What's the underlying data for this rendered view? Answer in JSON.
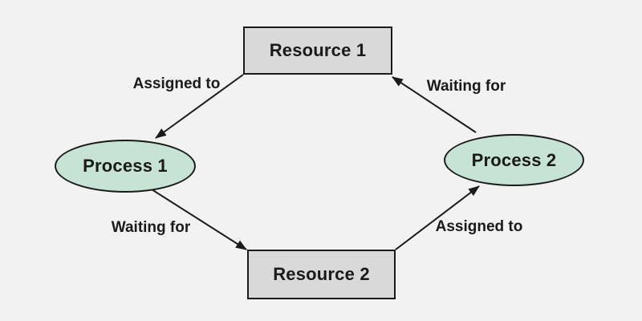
{
  "diagram": {
    "type": "resource-allocation-deadlock-graph",
    "nodes": {
      "resource1": {
        "label": "Resource 1",
        "shape": "rectangle"
      },
      "resource2": {
        "label": "Resource 2",
        "shape": "rectangle"
      },
      "process1": {
        "label": "Process 1",
        "shape": "ellipse"
      },
      "process2": {
        "label": "Process 2",
        "shape": "ellipse"
      }
    },
    "edges": {
      "resource1_to_process1": {
        "label": "Assigned to",
        "from": "Resource 1",
        "to": "Process 1"
      },
      "process1_to_resource2": {
        "label": "Waiting for",
        "from": "Process 1",
        "to": "Resource 2"
      },
      "resource2_to_process2": {
        "label": "Assigned to",
        "from": "Resource 2",
        "to": "Process 2"
      },
      "process2_to_resource1": {
        "label": "Waiting for",
        "from": "Process 2",
        "to": "Resource 1"
      }
    },
    "colors": {
      "background": "#f2f2f2",
      "resource_fill": "#d9d9d9",
      "process_fill": "#c6e3d6",
      "stroke": "#1a1a1a",
      "text": "#1a1a1a"
    }
  }
}
